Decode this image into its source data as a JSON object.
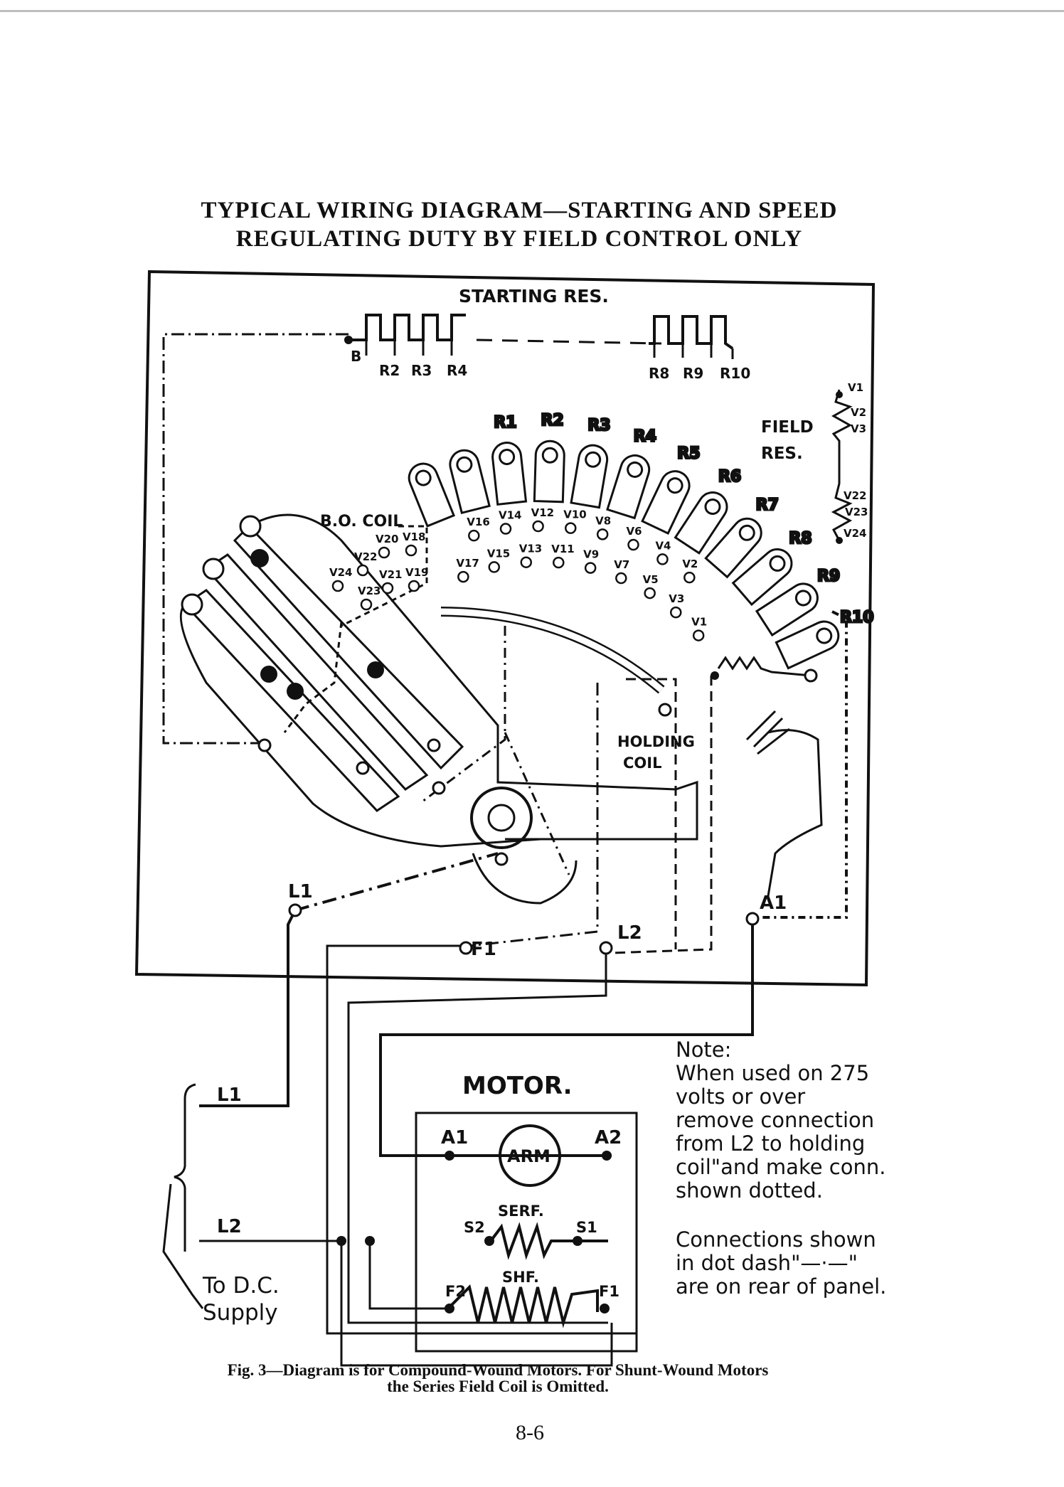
{
  "title": {
    "line1": "TYPICAL WIRING DIAGRAM—STARTING AND SPEED",
    "line2": "REGULATING DUTY BY FIELD CONTROL ONLY"
  },
  "labels": {
    "starting_res": "STARTING RES.",
    "b": "B",
    "r2": "R2",
    "r3": "R3",
    "r4": "R4",
    "r8": "R8",
    "r9": "R9",
    "r10": "R10",
    "field_res_1": "FIELD",
    "field_res_2": "RES.",
    "v1": "V1",
    "v2": "V2",
    "v3": "V3",
    "v22": "V22",
    "v23": "V23",
    "v24": "V24",
    "bo_coil": "B.O. COIL",
    "holding_1": "HOLDING",
    "holding_2": "COIL",
    "l1": "L1",
    "l2": "L2",
    "f1": "F1",
    "a1": "A1",
    "motor": "MOTOR.",
    "m_a1": "A1",
    "m_a2": "A2",
    "arm": "ARM",
    "serf": "SERF.",
    "s2": "S2",
    "s1": "S1",
    "shf": "SHF.",
    "f2": "F2",
    "m_f1": "F1",
    "sup_l1": "L1",
    "sup_l2": "L2",
    "to_dc_1": "To D.C.",
    "to_dc_2": "Supply"
  },
  "contacts": {
    "r": [
      "R1",
      "R2",
      "R3",
      "R4",
      "R5",
      "R6",
      "R7",
      "R8",
      "R9",
      "R10"
    ],
    "v_outer": [
      "V16",
      "V14",
      "V12",
      "V10",
      "V8",
      "V6",
      "V4",
      "V2"
    ],
    "v_inner": [
      "V17",
      "V15",
      "V13",
      "V11",
      "V9",
      "V7",
      "V5",
      "V3",
      "V1"
    ],
    "v_left": [
      "V20",
      "V18",
      "V22",
      "V24",
      "V21",
      "V19",
      "V23"
    ]
  },
  "note": {
    "heading": "Note:",
    "text1": "When used on 275 volts or over remove connection from L2 to holding coil\"and make conn. shown dotted.",
    "text2": "Connections shown in dot dash\"—·—\" are on rear of panel."
  },
  "caption": {
    "line1": "Fig. 3—Diagram is for Compound-Wound Motors. For Shunt-Wound Motors",
    "line2": "the Series Field Coil is Omitted."
  },
  "page_number": "8-6"
}
